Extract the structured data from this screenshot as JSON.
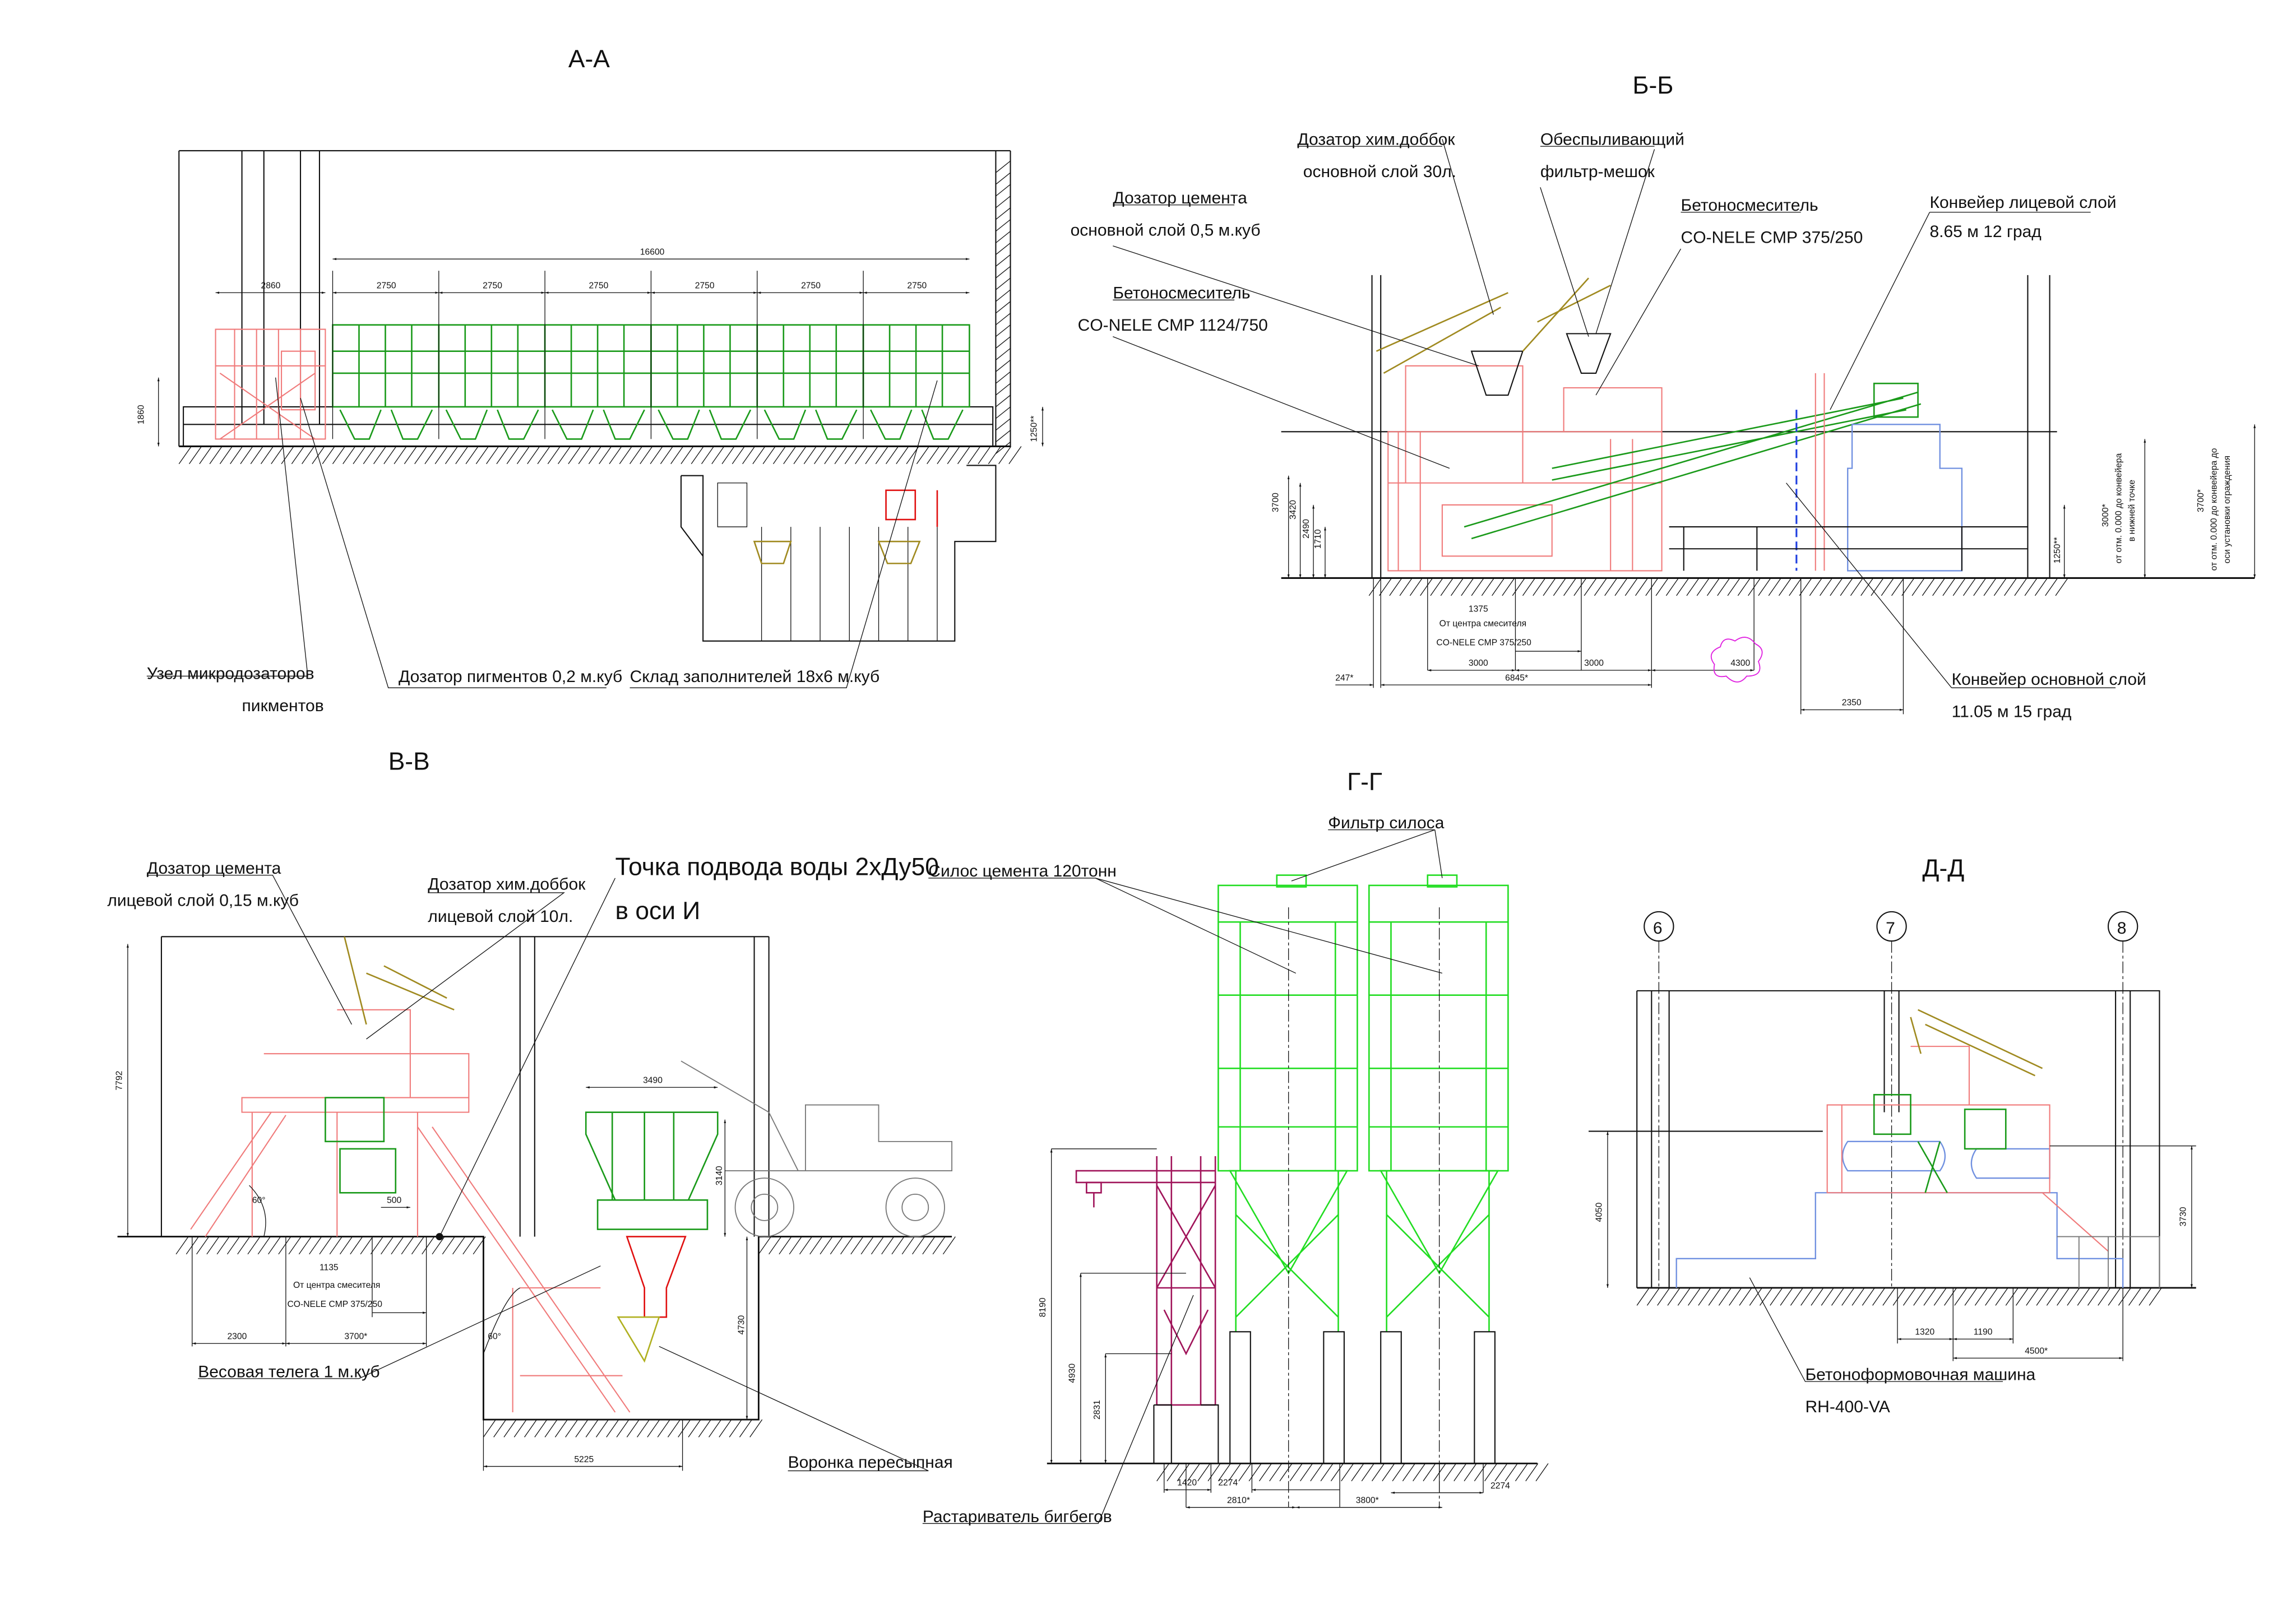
{
  "colors": {
    "equipment_pink": "#f07a7a",
    "bins_green": "#1a9a1a",
    "silo_green": "#22dd22",
    "unloader_magenta": "#a0145a",
    "conveyor_olive": "#a08a20",
    "forming_blue": "#7090e0",
    "cloud_magenta": "#e020e0"
  },
  "sections": {
    "aa": {
      "title": "А-А",
      "labels": {
        "micro_1": "Узел микродозаторов",
        "micro_2": "пикментов",
        "pigment": "Дозатор пигментов 0,2 м.куб",
        "aggregate": "Склад заполнителей 18х6 м.куб"
      },
      "dims": {
        "total": "16600",
        "left": "2860",
        "bins": [
          "2750",
          "2750",
          "2750",
          "2750",
          "2750",
          "2750"
        ],
        "height": "1860",
        "right": "1250**"
      }
    },
    "bb": {
      "title": "Б-Б",
      "labels": {
        "chem_1": "Дозатор хим.доббок",
        "chem_2": "основной слой 30л.",
        "filter_1": "Обеспыливающий",
        "filter_2": "фильтр-мешок",
        "cement_1": "Дозатор цемента",
        "cement_2": "основной слой 0,5 м.куб",
        "mixer_big_1": "Бетоносмеситель",
        "mixer_big_2": "CO-NELE CMP 1124/750",
        "mixer_small_1": "Бетоносмеситель",
        "mixer_small_2": "CO-NELE CMP 375/250",
        "conv_face_1": "Конвейер лицевой слой",
        "conv_face_2": "8.65 м 12 град",
        "conv_main_1": "Конвейер основной слой",
        "conv_main_2": "11.05 м 15 град"
      },
      "dims": {
        "h1": "3700",
        "h2": "3420",
        "h3": "2490",
        "h4": "1710",
        "c1": "1375",
        "c2": "От центра смесителя",
        "c3": "CO-NELE CMP 375/250",
        "d1": "3000",
        "d2": "3000",
        "d3": "4300",
        "d4": "247*",
        "d5": "6845*",
        "d6": "2350",
        "r1": "1250**",
        "r2a": "3000*",
        "r2b": "от отм. 0.000 до конвейера",
        "r2c": "в нижней точке",
        "r3a": "3700*",
        "r3b": "от отм. 0.000 до конвейера до",
        "r3c": "оси установки ограждения"
      }
    },
    "vv": {
      "title": "В-В",
      "labels": {
        "cement_1": "Дозатор цемента",
        "cement_2": "лицевой слой 0,15 м.куб",
        "chem_1": "Дозатор хим.доббок",
        "chem_2": "лицевой слой 10л.",
        "water_1": "Точка подвода воды 2хДу50",
        "water_2": "в оси И",
        "cart": "Весовая телега 1 м.куб",
        "funnel": "Воронка пересыпная"
      },
      "dims": {
        "h": "7792",
        "c1": "1135",
        "c2": "От центра смесителя",
        "c3": "CO-NELE CMP 375/250",
        "d500": "500",
        "d2300": "2300",
        "d3700": "3700*",
        "d3490": "3490",
        "d3140": "3140",
        "d4730": "4730",
        "d5225": "5225",
        "a1": "60°",
        "a2": "60°"
      }
    },
    "gg": {
      "title": "Г-Г",
      "labels": {
        "filter": "Фильтр силоса",
        "silo": "Силос цемента 120тонн",
        "unloader": "Растариватель бигбегов"
      },
      "dims": {
        "h1": "8190",
        "h2": "4930",
        "h3": "2831",
        "w1": "1420",
        "w2": "2274",
        "w3": "2274",
        "w4": "2810*",
        "w5": "3800*"
      }
    },
    "dd": {
      "title": "Д-Д",
      "axes": [
        "6",
        "7",
        "8"
      ],
      "labels": {
        "machine_1": "Бетоноформовочная машина",
        "machine_2": "RH-400-VA"
      },
      "dims": {
        "h1": "4050",
        "h2": "3730",
        "w1": "1320",
        "w2": "1190",
        "w3": "4500*"
      }
    }
  }
}
